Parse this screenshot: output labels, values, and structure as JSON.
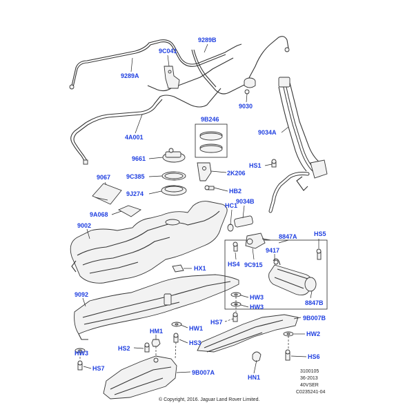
{
  "accent_color": "#1f3fe0",
  "callouts": {
    "c9289B": "9289B",
    "c9C041": "9C041",
    "c9289A": "9289A",
    "c9030": "9030",
    "c9034A": "9034A",
    "c4A001": "4A001",
    "c9B246": "9B246",
    "c9661": "9661",
    "c9C385": "9C385",
    "c9J274": "9J274",
    "c2K206": "2K206",
    "cHS1": "HS1",
    "cHB2": "HB2",
    "c9067": "9067",
    "c9A068": "9A068",
    "cHC1": "HC1",
    "c9034B": "9034B",
    "c9002": "9002",
    "c8847A": "8847A",
    "cHS5": "HS5",
    "c9417": "9417",
    "cHS4": "HS4",
    "c9C915": "9C915",
    "cHX1": "HX1",
    "c9092": "9092",
    "cHW3a": "HW3",
    "cHW3b": "HW3",
    "c8847B": "8847B",
    "cHS7a": "HS7",
    "c9B007B": "9B007B",
    "cHW1": "HW1",
    "cHM1": "HM1",
    "cHW2": "HW2",
    "cHS2": "HS2",
    "cHS3": "HS3",
    "cHW3c": "HW3",
    "cHS6": "HS6",
    "cHS7b": "HS7",
    "c9B007A": "9B007A",
    "cHN1": "HN1"
  },
  "footer": {
    "ref1": "3100105",
    "ref2": "36-2013",
    "ref3": "40VSER",
    "ref4": "C0235241-04",
    "copyright": "© Copyright, 2016. Jaguar Land Rover Limited."
  }
}
